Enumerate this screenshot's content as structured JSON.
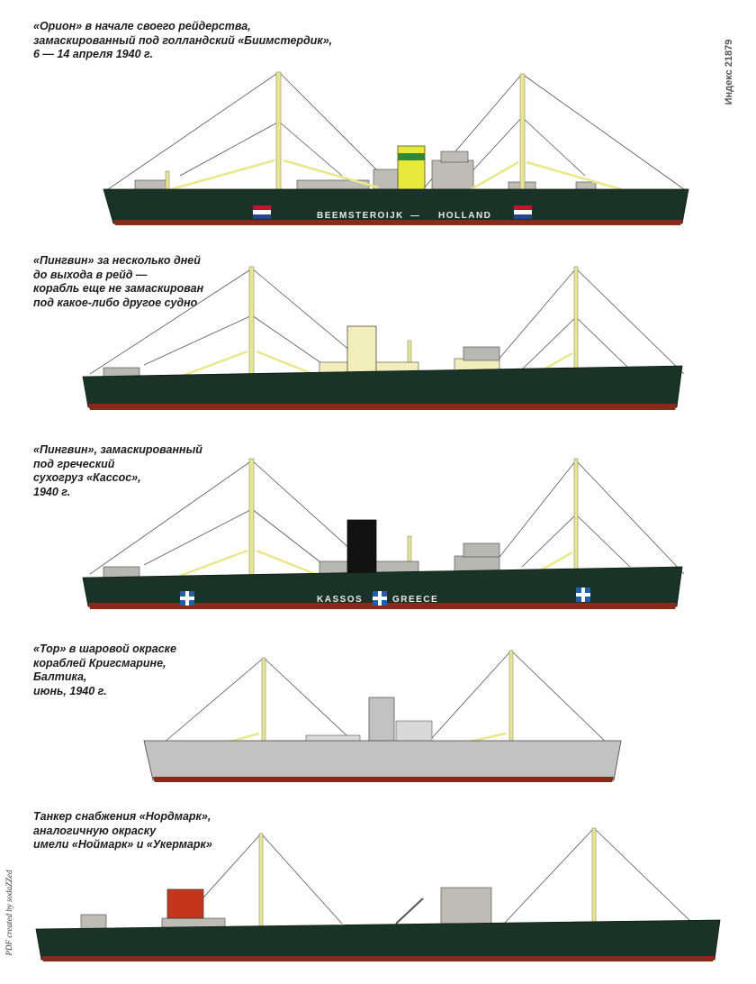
{
  "captions": {
    "orion": "«Орион» в начале своего рейдерства,\nзамаскированный под голландский «Биимстердик»,\n6 — 14 апреля 1940 г.",
    "pinguin_before": "«Пингвин» за несколько дней\nдо выхода в рейд —\nкорабль еще не замаскирован\nпод какое-либо другое судно",
    "pinguin_kassos": "«Пингвин», замаскированный\nпод греческий\nсухогруз «Кассос»,\n1940 г.",
    "thor": "«Тор» в шаровой окраске\nкораблей Кригсмарине,\nБалтика,\nиюнь, 1940 г.",
    "nordmark": "Танкер снабжения «Нордмарк»,\nаналогичную окраску\nимели «Ноймарк» и «Укермарк»"
  },
  "hull_markings": {
    "orion_name": "BEEMSTEROIJK",
    "orion_dash": "—",
    "orion_country": "HOLLAND",
    "kassos_name": "KASSOS",
    "kassos_country": "GREECE"
  },
  "side_texts": {
    "index": "Индекс 21879",
    "credit": "PDF created by sodaZZed"
  },
  "colors": {
    "hull_dark": "#1a3328",
    "boot_topping": "#8a2a1a",
    "superstructure_gray": "#b8b8b2",
    "mast_yellow": "#e8e88a",
    "funnel_yellow": "#e8e83a",
    "funnel_green": "#2a8a3a",
    "funnel_cream": "#f2eebc",
    "funnel_black": "#121212",
    "thor_gray": "#c2c2c2",
    "nordmark_funnel": "#c4351c",
    "dutch_red": "#c8102e",
    "dutch_blue": "#21468b",
    "greek_blue": "#1e5fae"
  }
}
